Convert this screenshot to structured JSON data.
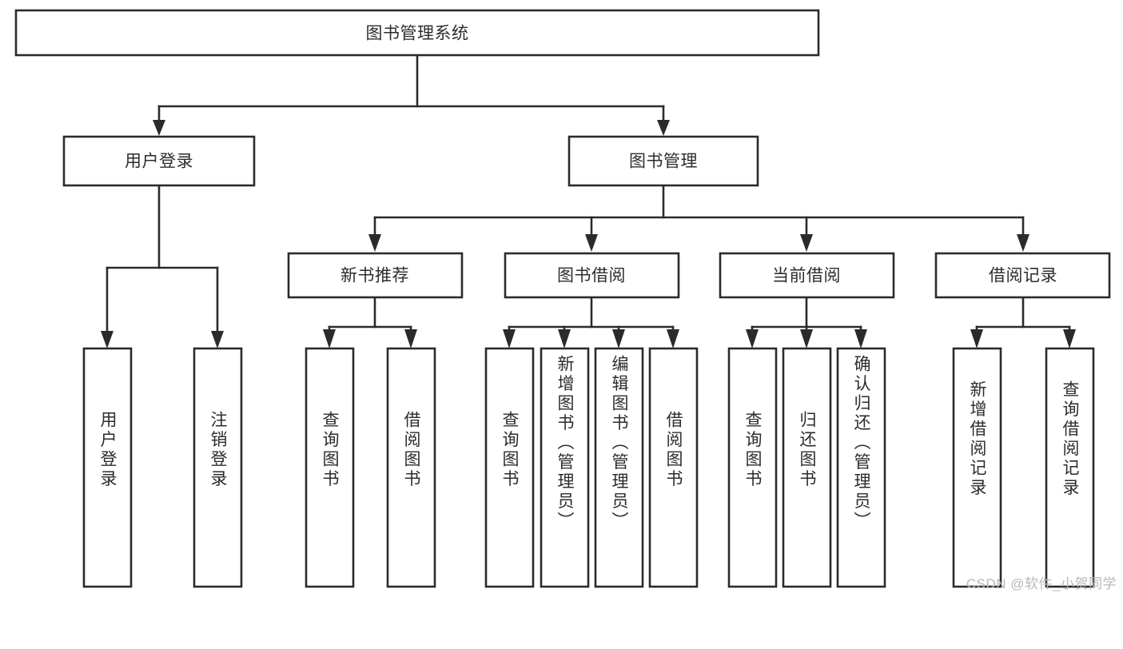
{
  "diagram": {
    "type": "tree-hierarchy",
    "title": "图书管理系统",
    "colors": {
      "stroke": "#2b2b2b",
      "box_fill": "#ffffff",
      "text": "#2c2c2c",
      "background": "#ffffff",
      "watermark": "#b8b8b8"
    },
    "root": {
      "label": "图书管理系统"
    },
    "level2": [
      {
        "label": "用户登录"
      },
      {
        "label": "图书管理"
      }
    ],
    "level3": [
      {
        "label": "新书推荐"
      },
      {
        "label": "图书借阅"
      },
      {
        "label": "当前借阅"
      },
      {
        "label": "借阅记录"
      }
    ],
    "leaves": {
      "user_login": [
        {
          "label": "用户登录"
        },
        {
          "label": "注销登录"
        }
      ],
      "new_book_recommend": [
        {
          "label": "查询图书"
        },
        {
          "label": "借阅图书"
        }
      ],
      "book_borrow": [
        {
          "label": "查询图书"
        },
        {
          "label": "新增图书（管理员）"
        },
        {
          "label": "编辑图书（管理员）"
        },
        {
          "label": "借阅图书"
        }
      ],
      "current_borrow": [
        {
          "label": "查询图书"
        },
        {
          "label": "归还图书"
        },
        {
          "label": "确认归还（管理员）"
        }
      ],
      "borrow_record": [
        {
          "label": "新增借阅记录"
        },
        {
          "label": "查询借阅记录"
        }
      ]
    }
  },
  "watermark": {
    "text": "CSDN @软件_小贺同学"
  }
}
